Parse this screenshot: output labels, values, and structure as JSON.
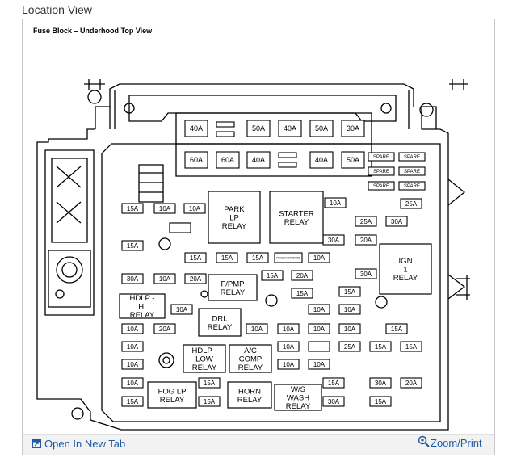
{
  "page": {
    "section_title": "Location View",
    "diagram_title": "Fuse Block – Underhood Top View",
    "links": {
      "open_tab": "Open In New Tab",
      "zoom": "Zoom/Print"
    },
    "icons": {
      "open_tab": "open-in-new-tab-icon",
      "zoom": "magnifier-zoom-icon"
    },
    "link_color": "#1f5aa6"
  },
  "fuses": [
    {
      "label": "40A",
      "k": "b"
    },
    {
      "label": "",
      "k": "s"
    },
    {
      "label": "",
      "k": "s"
    },
    {
      "label": "50A",
      "k": "b"
    },
    {
      "label": "40A",
      "k": "b"
    },
    {
      "label": "50A",
      "k": "b"
    },
    {
      "label": "30A",
      "k": "b"
    },
    {
      "label": "60A",
      "k": "b"
    },
    {
      "label": "60A",
      "k": "b"
    },
    {
      "label": "40A",
      "k": "b"
    },
    {
      "label": "",
      "k": "s"
    },
    {
      "label": "",
      "k": "s"
    },
    {
      "label": "40A",
      "k": "b"
    },
    {
      "label": "50A",
      "k": "b"
    },
    {
      "label": "SPARE",
      "k": "p"
    },
    {
      "label": "SPARE",
      "k": "p"
    },
    {
      "label": "SPARE",
      "k": "p"
    },
    {
      "label": "SPARE",
      "k": "p"
    },
    {
      "label": "SPARE",
      "k": "p"
    },
    {
      "label": "SPARE",
      "k": "p"
    },
    {
      "label": "25A",
      "k": "m"
    },
    {
      "label": "15A",
      "k": "m"
    },
    {
      "label": "10A",
      "k": "m"
    },
    {
      "label": "10A",
      "k": "m"
    },
    {
      "label": "10A",
      "k": "m"
    },
    {
      "label": "",
      "k": "m"
    },
    {
      "label": "15A",
      "k": "m"
    },
    {
      "label": "10A",
      "k": "m"
    },
    {
      "label": "25A",
      "k": "m"
    },
    {
      "label": "30A",
      "k": "m"
    },
    {
      "label": "30A",
      "k": "m"
    },
    {
      "label": "20A",
      "k": "m"
    },
    {
      "label": "15A",
      "k": "m"
    },
    {
      "label": "15A",
      "k": "m"
    },
    {
      "label": "15A",
      "k": "m"
    },
    {
      "label": "TRAILER BRK/DIODE",
      "k": "t"
    },
    {
      "label": "10A",
      "k": "m"
    },
    {
      "label": "30A",
      "k": "m"
    },
    {
      "label": "10A",
      "k": "m"
    },
    {
      "label": "20A",
      "k": "m"
    },
    {
      "label": "15A",
      "k": "m"
    },
    {
      "label": "20A",
      "k": "m"
    },
    {
      "label": "30A",
      "k": "m"
    },
    {
      "label": "15A",
      "k": "m"
    },
    {
      "label": "15A",
      "k": "m"
    },
    {
      "label": "10A",
      "k": "m"
    },
    {
      "label": "10A",
      "k": "m"
    },
    {
      "label": "10A",
      "k": "m"
    },
    {
      "label": "10A",
      "k": "m"
    },
    {
      "label": "20A",
      "k": "m"
    },
    {
      "label": "10A",
      "k": "m"
    },
    {
      "label": "10A",
      "k": "m"
    },
    {
      "label": "10A",
      "k": "m"
    },
    {
      "label": "10A",
      "k": "m"
    },
    {
      "label": "15A",
      "k": "m"
    },
    {
      "label": "10A",
      "k": "m"
    },
    {
      "label": "10A",
      "k": "m"
    },
    {
      "label": "",
      "k": "m"
    },
    {
      "label": "25A",
      "k": "m"
    },
    {
      "label": "15A",
      "k": "m"
    },
    {
      "label": "15A",
      "k": "m"
    },
    {
      "label": "10A",
      "k": "m"
    },
    {
      "label": "10A",
      "k": "m"
    },
    {
      "label": "10A",
      "k": "m"
    },
    {
      "label": "10A",
      "k": "m"
    },
    {
      "label": "15A",
      "k": "m"
    },
    {
      "label": "15A",
      "k": "m"
    },
    {
      "label": "30A",
      "k": "m"
    },
    {
      "label": "20A",
      "k": "m"
    },
    {
      "label": "15A",
      "k": "m"
    },
    {
      "label": "15A",
      "k": "m"
    },
    {
      "label": "30A",
      "k": "m"
    },
    {
      "label": "15A",
      "k": "m"
    }
  ],
  "relays": [
    {
      "lines": [
        "PARK",
        "LP",
        "RELAY"
      ]
    },
    {
      "lines": [
        "STARTER",
        "RELAY"
      ]
    },
    {
      "lines": [
        "IGN",
        "1",
        "RELAY"
      ]
    },
    {
      "lines": [
        "F/PMP",
        "RELAY"
      ]
    },
    {
      "lines": [
        "HDLP -",
        "HI",
        "RELAY"
      ]
    },
    {
      "lines": [
        "DRL",
        "RELAY"
      ]
    },
    {
      "lines": [
        "HDLP -",
        "LOW",
        "RELAY"
      ]
    },
    {
      "lines": [
        "A/C",
        "COMP",
        "RELAY"
      ]
    },
    {
      "lines": [
        "FOG LP",
        "RELAY"
      ]
    },
    {
      "lines": [
        "HORN",
        "RELAY"
      ]
    },
    {
      "lines": [
        "W/S",
        "WASH",
        "RELAY"
      ]
    }
  ]
}
